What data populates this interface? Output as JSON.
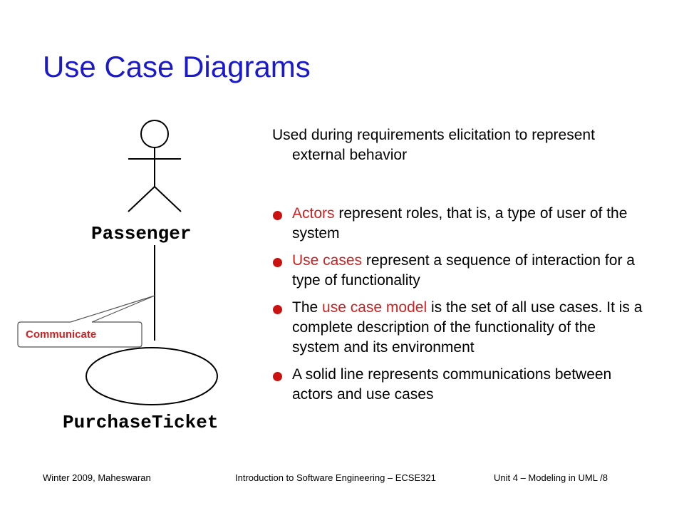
{
  "slide": {
    "title": "Use Case Diagrams"
  },
  "diagram": {
    "actor_label": "Passenger",
    "callout_label": "Communicate",
    "usecase_label": "PurchaseTicket"
  },
  "content": {
    "intro": "Used during requirements elicitation to represent external behavior",
    "bullets": [
      {
        "highlight": "Actors",
        "text": " represent roles, that is, a type of user of the system"
      },
      {
        "highlight": "Use cases",
        "text": " represent a sequence of interaction for a type of functionality"
      },
      {
        "prefix": "The ",
        "highlight": "use case model",
        "text": " is the set of all use cases. It is a complete description of the functionality of the system and its environment"
      },
      {
        "text": "A solid line represents communications between actors and use cases"
      }
    ]
  },
  "footer": {
    "left": "Winter 2009, Maheswaran",
    "center": "Introduction to Software Engineering – ECSE321",
    "right": "Unit 4 – Modeling in UML  /8"
  },
  "colors": {
    "title": "#1a1acc",
    "highlight": "#cc2222",
    "bullet": "#cc1111"
  }
}
